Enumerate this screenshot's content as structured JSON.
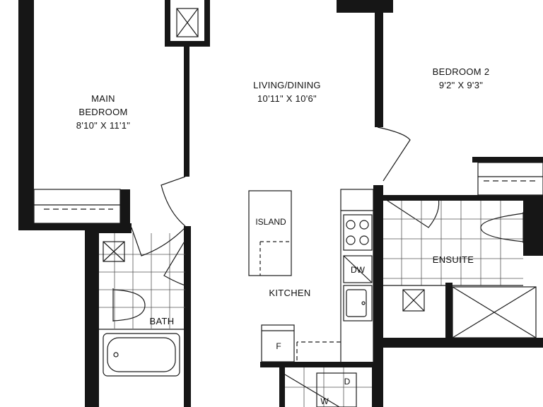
{
  "rooms": {
    "main_bedroom": {
      "name_line1": "MAIN",
      "name_line2": "BEDROOM",
      "dims": "8'10\" X 11'1\""
    },
    "living_dining": {
      "name": "LIVING/DINING",
      "dims": "10'11\" X 10'6\""
    },
    "bedroom_2": {
      "name": "BEDROOM 2",
      "dims": "9'2\" X 9'3\""
    },
    "island": "ISLAND",
    "kitchen": "KITCHEN",
    "bath": "BATH",
    "ensuite": "ENSUITE",
    "dishwasher": "DW",
    "fridge": "F",
    "washer": "W",
    "dryer": "D"
  }
}
